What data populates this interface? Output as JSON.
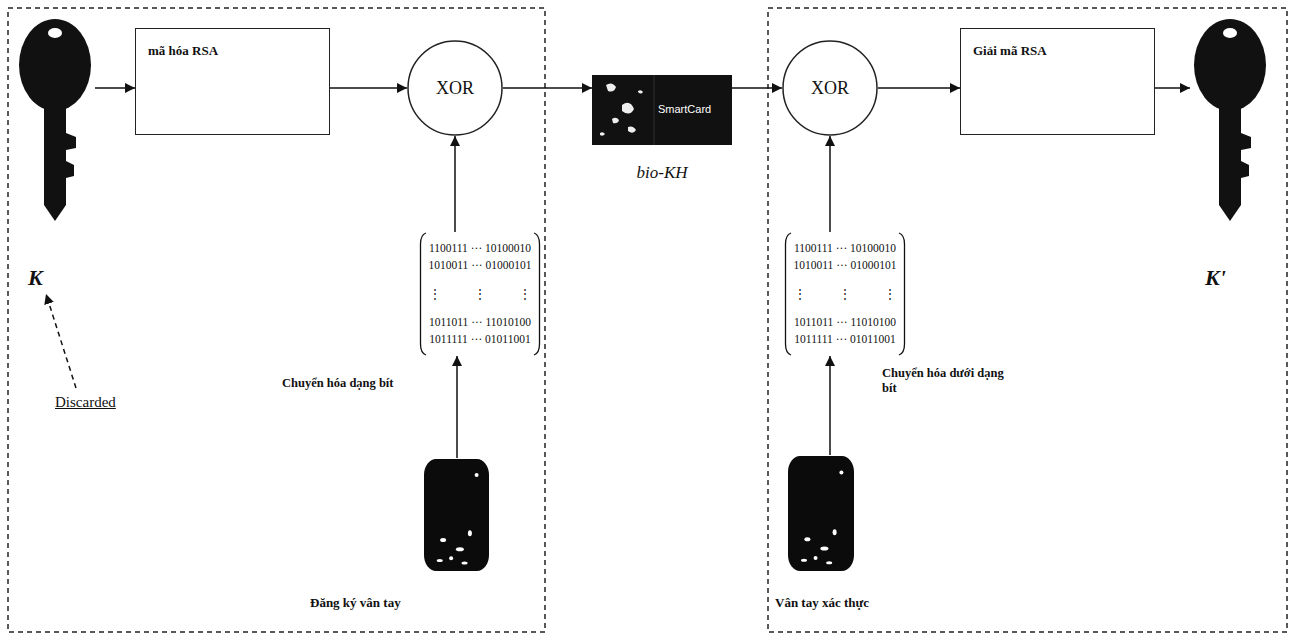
{
  "diagram": {
    "nodes": [
      {
        "text": [
          "K"
        ]
      },
      {
        "text": [
          "mã hóa RSA"
        ]
      },
      {
        "text": [
          "XOR"
        ]
      },
      {
        "text": [
          "1100111 ··· 10100010",
          "1010011 ··· 01000101",
          "⋮ ⋮ ⋮",
          "1011011 ··· 11010100",
          "1011111 ··· 01011001"
        ]
      },
      {
        "text": [
          "Đăng ký vân tay"
        ]
      },
      {
        "text": [
          "SmartCard",
          "bio-KH"
        ]
      },
      {
        "text": [
          "XOR"
        ]
      },
      {
        "text": [
          "Giải mã RSA"
        ]
      },
      {
        "text": [
          "K'"
        ]
      },
      {
        "text": [
          "1100111 ··· 10100010",
          "1010011 ··· 01000101",
          "⋮ ⋮ ⋮",
          "1011011 ··· 11010100",
          "1011111 ··· 01011001"
        ]
      },
      {
        "text": [
          "Vân tay xác thực"
        ]
      }
    ],
    "edges": [
      {
        "from": 0,
        "to": 1,
        "arrow": "to"
      },
      {
        "from": 1,
        "to": 2,
        "arrow": "to"
      },
      {
        "from": 4,
        "to": 3,
        "arrow": "to",
        "label": "Chuyển hóa dạng bít"
      },
      {
        "from": 3,
        "to": 2,
        "arrow": "to"
      },
      {
        "from": 2,
        "to": 5,
        "arrow": "to"
      },
      {
        "from": 5,
        "to": 6,
        "arrow": "to"
      },
      {
        "from": 10,
        "to": 9,
        "arrow": "to",
        "label": "Chuyển hóa dưới dạng bít"
      },
      {
        "from": 9,
        "to": 6,
        "arrow": "to"
      },
      {
        "from": 6,
        "to": 7,
        "arrow": "to"
      },
      {
        "from": 7,
        "to": 8,
        "arrow": "to"
      }
    ],
    "labels": [
      "Discarded"
    ]
  }
}
